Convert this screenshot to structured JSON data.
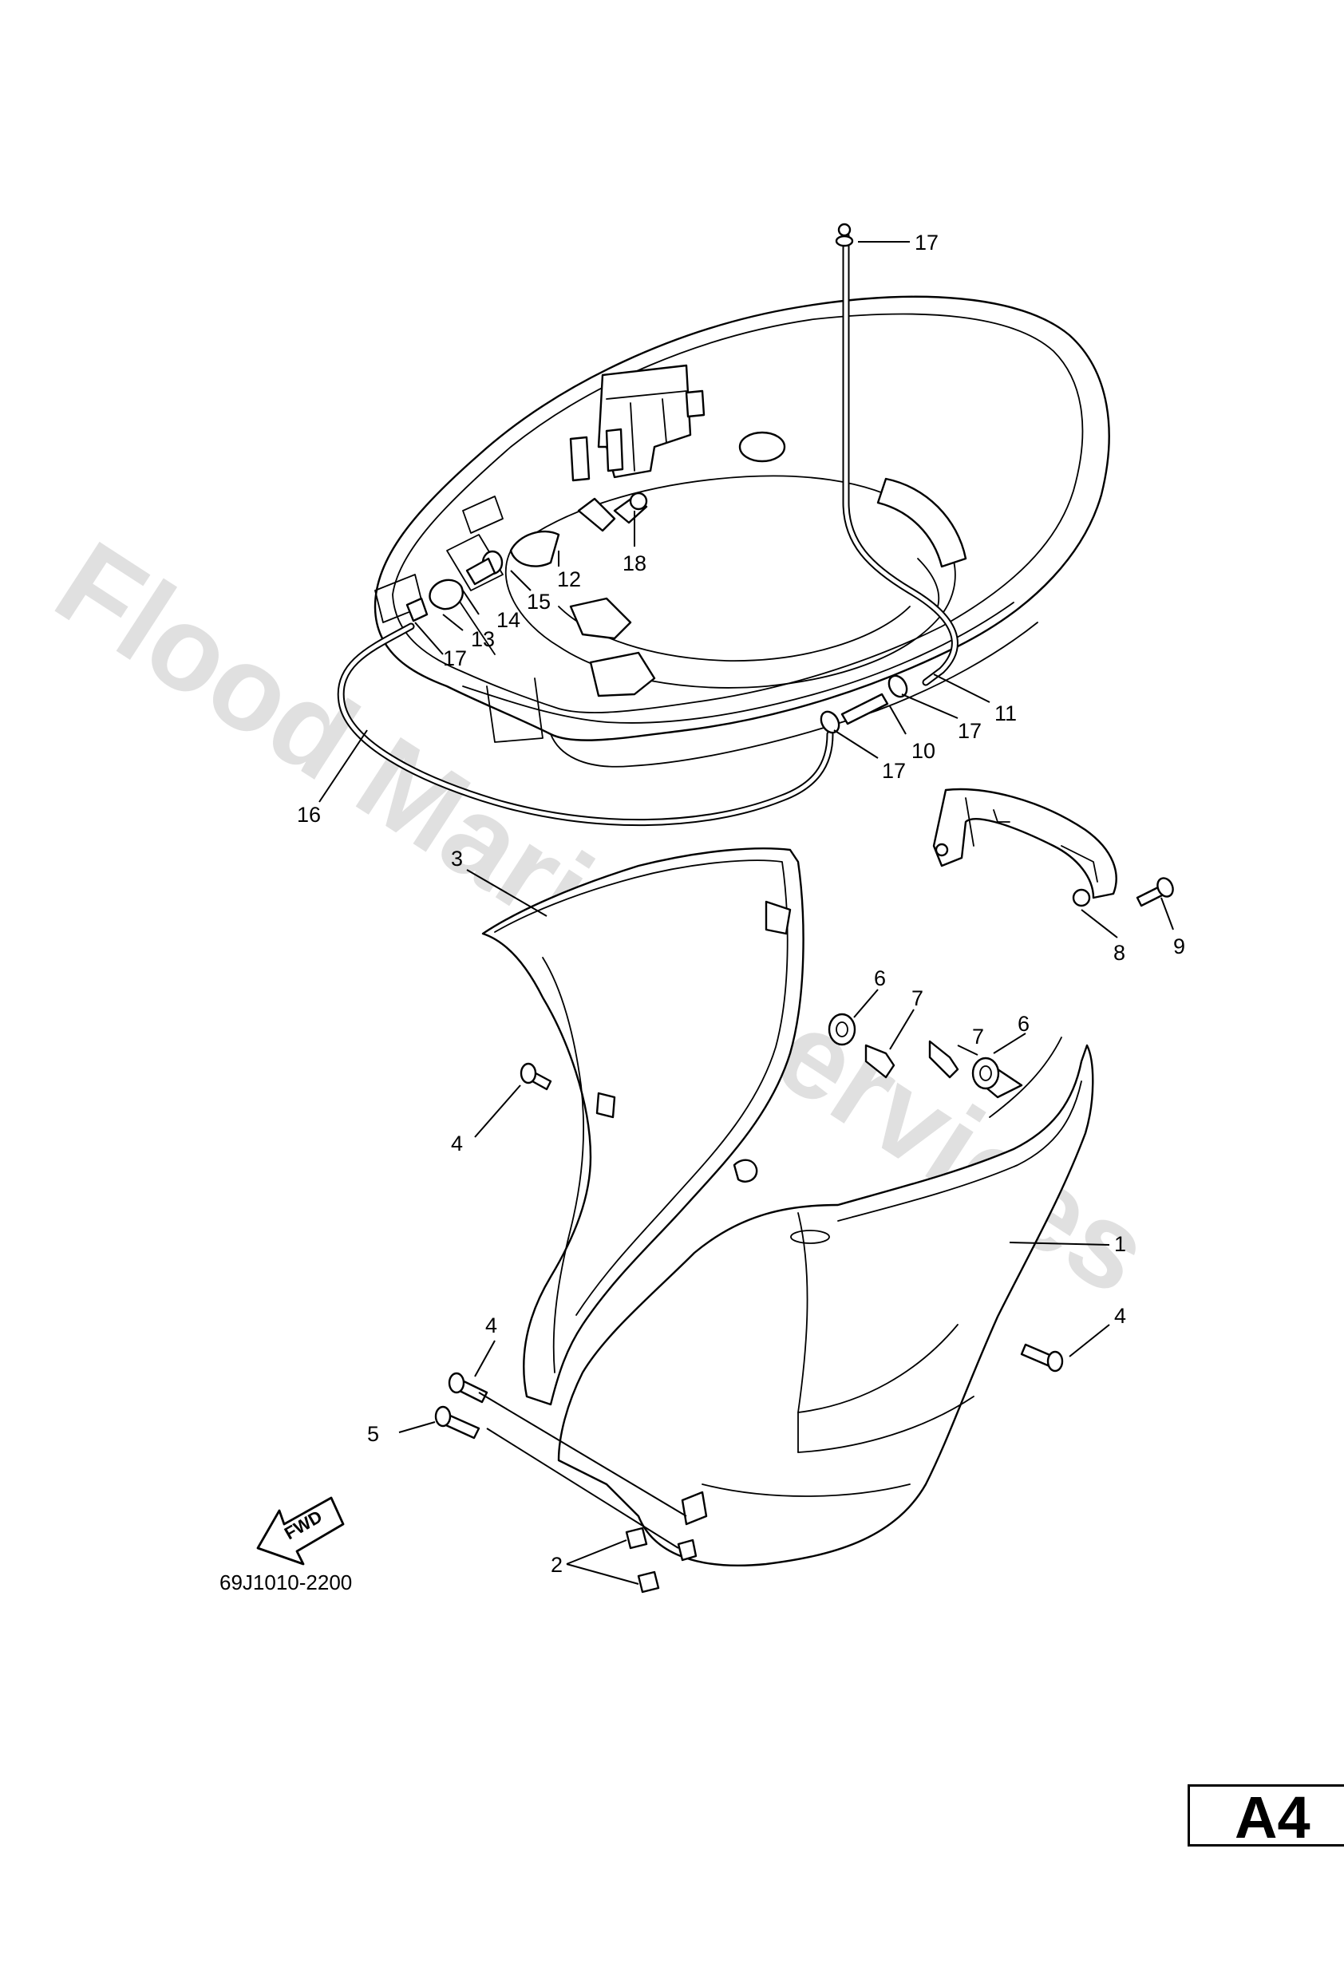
{
  "watermark": "Flood Marine Services",
  "diagram_code": "69J1010-2200",
  "fwd_label": "FWD",
  "page_badge": "A4",
  "callouts": [
    {
      "id": "c17a",
      "text": "17"
    },
    {
      "id": "c18",
      "text": "18"
    },
    {
      "id": "c12",
      "text": "12"
    },
    {
      "id": "c15",
      "text": "15"
    },
    {
      "id": "c14",
      "text": "14"
    },
    {
      "id": "c13",
      "text": "13"
    },
    {
      "id": "c17b",
      "text": "17"
    },
    {
      "id": "c11",
      "text": "11"
    },
    {
      "id": "c17c",
      "text": "17"
    },
    {
      "id": "c10",
      "text": "10"
    },
    {
      "id": "c17d",
      "text": "17"
    },
    {
      "id": "c16",
      "text": "16"
    },
    {
      "id": "c3",
      "text": "3"
    },
    {
      "id": "c9",
      "text": "9"
    },
    {
      "id": "c8",
      "text": "8"
    },
    {
      "id": "c6a",
      "text": "6"
    },
    {
      "id": "c7a",
      "text": "7"
    },
    {
      "id": "c7b",
      "text": "7"
    },
    {
      "id": "c6b",
      "text": "6"
    },
    {
      "id": "c4a",
      "text": "4"
    },
    {
      "id": "c1",
      "text": "1"
    },
    {
      "id": "c4b",
      "text": "4"
    },
    {
      "id": "c4c",
      "text": "4"
    },
    {
      "id": "c5",
      "text": "5"
    },
    {
      "id": "c2",
      "text": "2"
    }
  ]
}
